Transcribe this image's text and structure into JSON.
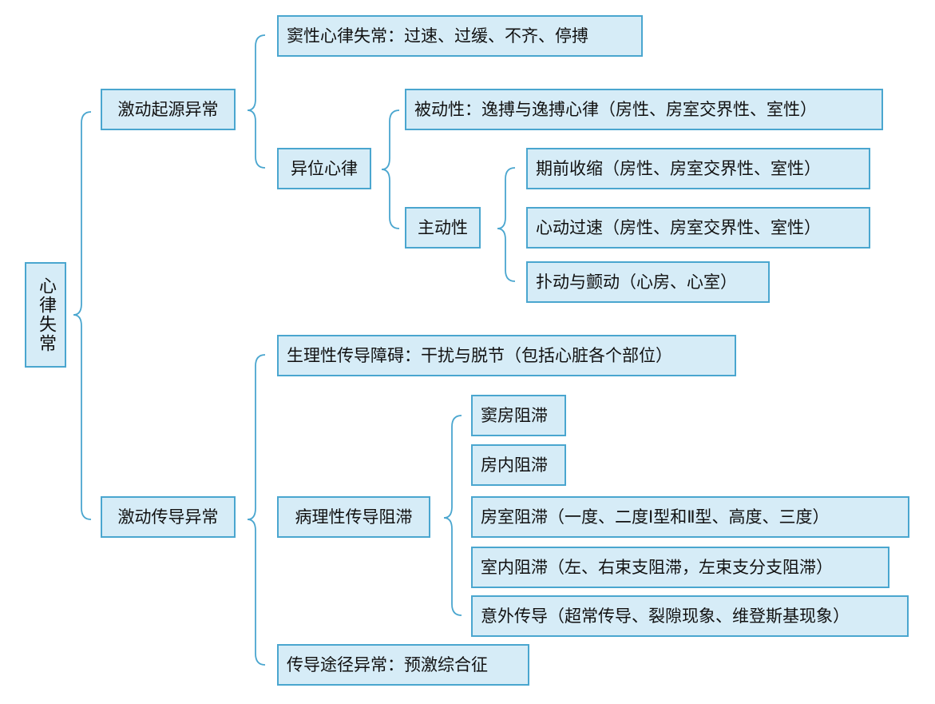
{
  "root": {
    "label": "心律失常"
  },
  "branch_origin": {
    "label": "激动起源异常",
    "sinus": "窦性心律失常：过速、过缓、不齐、停搏",
    "ectopic": {
      "label": "异位心律",
      "passive": "被动性：逸搏与逸搏心律（房性、房室交界性、室性）",
      "active": {
        "label": "主动性",
        "premature": "期前收缩（房性、房室交界性、室性）",
        "tachy": "心动过速（房性、房室交界性、室性）",
        "flutter": "扑动与颤动（心房、心室）"
      }
    }
  },
  "branch_conduction": {
    "label": "激动传导异常",
    "physiological": "生理性传导障碍：干扰与脱节（包括心脏各个部位）",
    "pathological": {
      "label": "病理性传导阻滞",
      "sa_block": "窦房阻滞",
      "intra_atrial": "房内阻滞",
      "av_block": "房室阻滞（一度、二度Ⅰ型和Ⅱ型、高度、三度）",
      "intraventricular": "室内阻滞（左、右束支阻滞，左束支分支阻滞）",
      "unexpected": "意外传导（超常传导、裂隙现象、维登斯基现象）"
    },
    "accessory": "传导途径异常：预激综合征"
  },
  "colors": {
    "box_fill": "#d6ecf7",
    "box_border": "#4aa6cf",
    "bracket": "#4aa6cf",
    "text": "#111111"
  }
}
